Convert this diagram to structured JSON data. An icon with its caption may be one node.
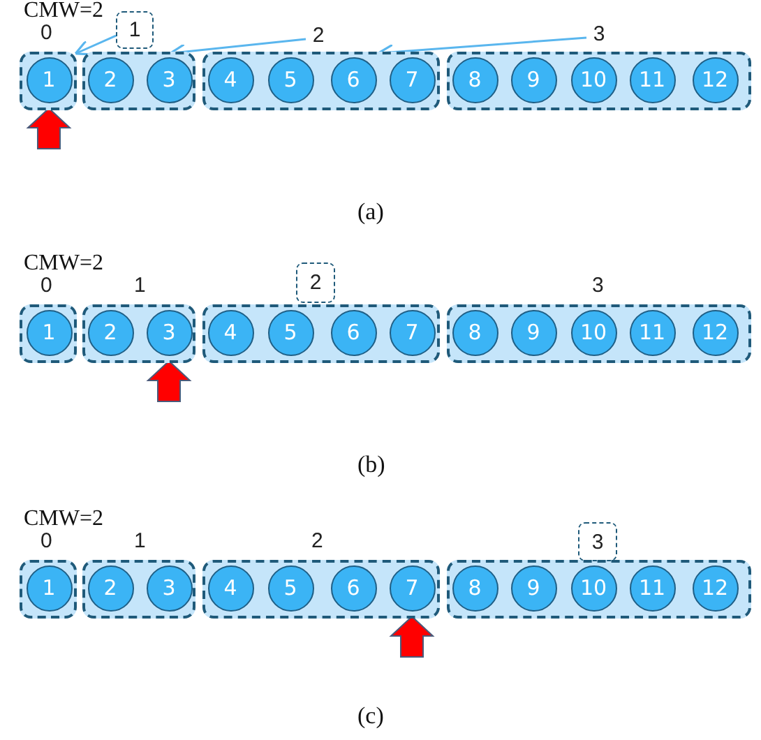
{
  "diagram": {
    "nodes": [
      {
        "text": [
          "0"
        ]
      },
      {
        "text": [
          "1"
        ],
        "in": 0
      },
      {
        "text": [],
        "shape": "box"
      },
      {
        "text": [
          "2"
        ],
        "in": 2
      },
      {
        "text": [
          "3"
        ],
        "in": 2
      },
      {
        "text": [],
        "shape": "box"
      },
      {
        "text": [
          "4"
        ],
        "in": 5
      },
      {
        "text": [
          "5"
        ],
        "in": 5
      },
      {
        "text": [
          "6"
        ],
        "in": 5
      },
      {
        "text": [
          "7"
        ],
        "in": 5
      },
      {
        "text": [],
        "shape": "box"
      },
      {
        "text": [
          "8"
        ],
        "in": 10
      },
      {
        "text": [
          "9"
        ],
        "in": 10
      },
      {
        "text": [
          "10"
        ],
        "in": 10
      },
      {
        "text": [
          "11"
        ],
        "in": 10
      },
      {
        "text": [
          "12"
        ],
        "in": 10
      },
      {
        "text": [
          "1"
        ]
      },
      {
        "text": [
          "2"
        ]
      },
      {
        "text": [
          "3"
        ]
      },
      {
        "text": [
          "0"
        ]
      },
      {
        "text": [
          "1"
        ],
        "in": 19
      },
      {
        "text": [
          "1"
        ]
      },
      {
        "text": [
          "2"
        ],
        "in": 21
      },
      {
        "text": [
          "3"
        ],
        "in": 21
      },
      {
        "text": [],
        "shape": "box"
      },
      {
        "text": [
          "4"
        ],
        "in": 24
      },
      {
        "text": [
          "5"
        ],
        "in": 24
      },
      {
        "text": [
          "6"
        ],
        "in": 24
      },
      {
        "text": [
          "7"
        ],
        "in": 24
      },
      {
        "text": [
          "3"
        ]
      },
      {
        "text": [
          "8"
        ],
        "in": 29
      },
      {
        "text": [
          "9"
        ],
        "in": 29
      },
      {
        "text": [
          "10"
        ],
        "in": 29
      },
      {
        "text": [
          "11"
        ],
        "in": 29
      },
      {
        "text": [
          "12"
        ],
        "in": 29
      },
      {
        "text": [
          "2"
        ]
      },
      {
        "text": [
          "0"
        ]
      },
      {
        "text": [
          "1"
        ],
        "in": 36
      },
      {
        "text": [
          "1"
        ]
      },
      {
        "text": [
          "2"
        ],
        "in": 38
      },
      {
        "text": [
          "3"
        ],
        "in": 38
      },
      {
        "text": [
          "2"
        ]
      },
      {
        "text": [
          "4"
        ],
        "in": 41
      },
      {
        "text": [
          "5"
        ],
        "in": 41
      },
      {
        "text": [
          "6"
        ],
        "in": 41
      },
      {
        "text": [
          "7"
        ],
        "in": 41
      },
      {
        "text": [],
        "shape": "box"
      },
      {
        "text": [
          "8"
        ],
        "in": 46
      },
      {
        "text": [
          "9"
        ],
        "in": 46
      },
      {
        "text": [
          "10"
        ],
        "in": 46
      },
      {
        "text": [
          "11"
        ],
        "in": 46
      },
      {
        "text": [
          "12"
        ],
        "in": 46
      },
      {
        "text": [
          "3"
        ]
      }
    ],
    "edges": [
      {
        "from": 16,
        "to": 0,
        "arrow": "to",
        "color": "#5ab6ee"
      },
      {
        "from": 17,
        "to": 2,
        "arrow": "to",
        "color": "#5ab6ee"
      },
      {
        "from": 18,
        "to": 5,
        "arrow": "to",
        "color": "#5ab6ee"
      },
      {
        "from": null,
        "to": 1,
        "arrow": "to",
        "style": "thick"
      },
      {
        "from": null,
        "to": 23,
        "arrow": "to",
        "style": "thick"
      },
      {
        "from": null,
        "to": 45,
        "arrow": "to",
        "style": "thick"
      }
    ],
    "labels": [
      "CMW=2",
      "(a)",
      "CMW=2",
      "(b)",
      "CMW=2",
      "(c)"
    ]
  }
}
